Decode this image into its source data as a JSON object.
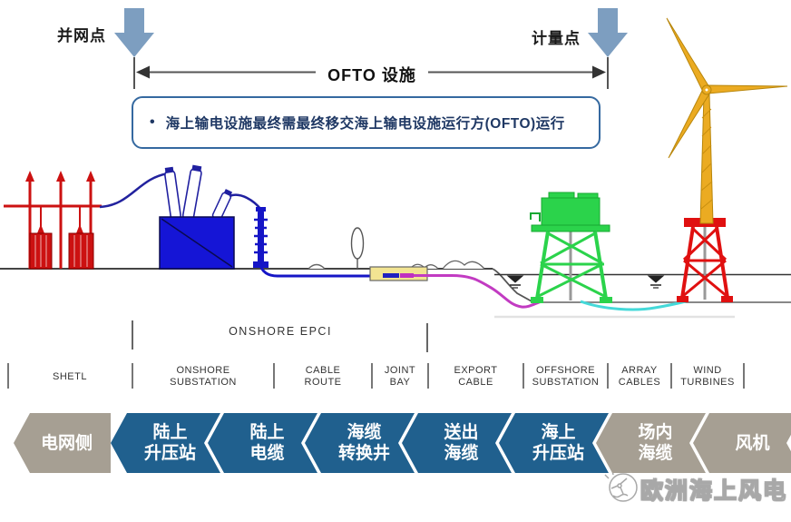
{
  "header": {
    "grid_connection_label": "并网点",
    "metering_label": "计量点",
    "ofto_span_label": "OFTO 设施",
    "note_bullet": "•",
    "note_text": "海上输电设施最终需最终移交海上输电设施运行方(OFTO)运行"
  },
  "stage_labels": {
    "onshore_epci": "ONSHORE EPCI",
    "sections": [
      {
        "label": "SHETL"
      },
      {
        "label": "ONSHORE\nSUBSTATION"
      },
      {
        "label": "CABLE\nROUTE"
      },
      {
        "label": "JOINT\nBAY"
      },
      {
        "label": "EXPORT\nCABLE"
      },
      {
        "label": "OFFSHORE\nSUBSTATION"
      },
      {
        "label": "ARRAY\nCABLES"
      },
      {
        "label": "WIND\nTURBINES"
      }
    ]
  },
  "chevrons": [
    {
      "label": "电网侧",
      "color": "#A69F93"
    },
    {
      "label": "陆上\n升压站",
      "color": "#20608E"
    },
    {
      "label": "陆上\n电缆",
      "color": "#20608E"
    },
    {
      "label": "海缆\n转换井",
      "color": "#20608E"
    },
    {
      "label": "送出\n海缆",
      "color": "#20608E"
    },
    {
      "label": "海上\n升压站",
      "color": "#20608E"
    },
    {
      "label": "场内\n海缆",
      "color": "#A69F93"
    },
    {
      "label": "风机",
      "color": "#A69F93"
    }
  ],
  "logo": {
    "text": "欧洲海上风电"
  },
  "colors": {
    "chevron_blue": "#20608E",
    "chevron_gray": "#A69F93",
    "down_arrow_blue": "#7D9EC0",
    "note_border_blue": "#3569A0",
    "note_text_navy": "#1F3864",
    "substation_red": "#CC1111",
    "transformer_blue": "#1515D6",
    "joint_bay_yellow": "#F2E492",
    "export_cable_magenta": "#C23BC2",
    "array_cable_cyan": "#45D9D9",
    "offshore_platform_green": "#2BD34B",
    "wind_turbine_gold": "#EBAB22"
  }
}
